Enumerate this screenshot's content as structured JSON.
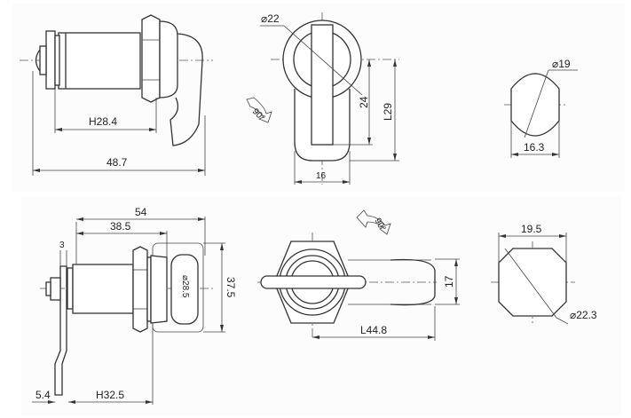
{
  "drawing": {
    "top_row": {
      "side_view": {
        "dim_h": "H28.4",
        "dim_total": "48.7"
      },
      "front_view": {
        "dim_dia": "⌀22",
        "dim_24": "24",
        "dim_l": "L29",
        "dim_width": "16",
        "rotation": "90°"
      },
      "key_view": {
        "dim_dia": "⌀19",
        "dim_flat": "16.3"
      }
    },
    "bottom_row": {
      "side_view": {
        "dim_54": "54",
        "dim_38": "38.5",
        "dim_3": "3",
        "dim_dia": "⌀28.5",
        "dim_37": "37.5",
        "dim_54b": "5.4",
        "dim_h": "H32.5"
      },
      "front_view": {
        "dim_17": "17",
        "dim_l": "L44.8",
        "rotation": "90°"
      },
      "cut_view": {
        "dim_width": "19.5",
        "dim_dia": "⌀22.3"
      }
    }
  }
}
